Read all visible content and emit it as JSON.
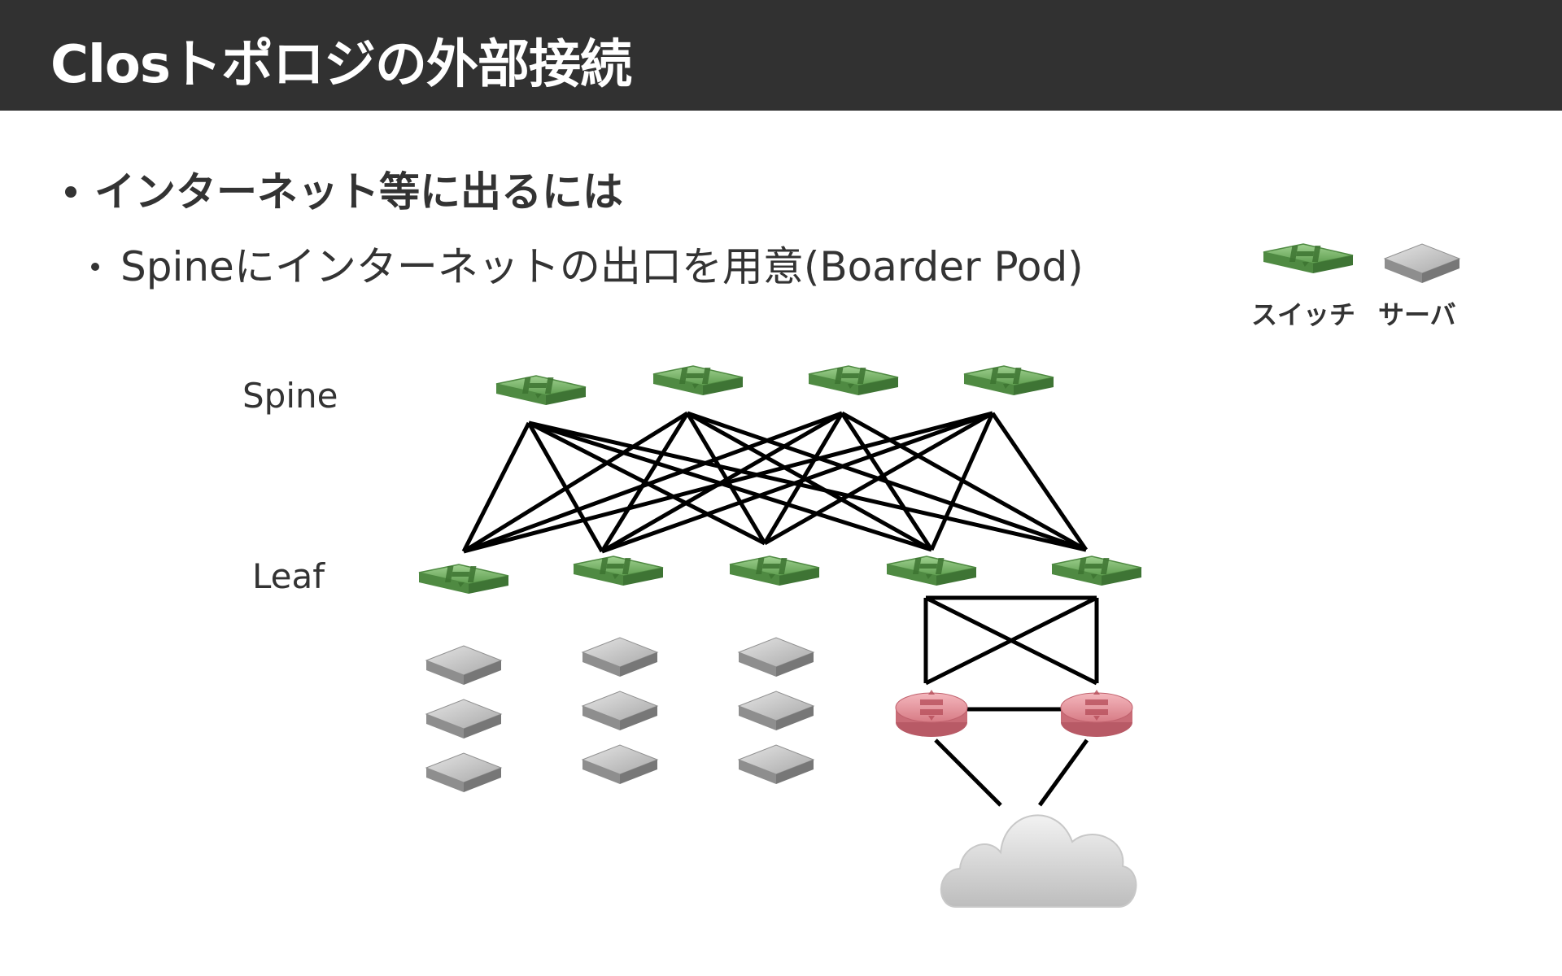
{
  "title": "Closトポロジの外部接続",
  "bullets": {
    "level1": "インターネット等に出るには",
    "level2": "Spineにインターネットの出口を用意(Boarder Pod)"
  },
  "legend": {
    "switch_label": "スイッチ",
    "server_label": "サーバ"
  },
  "tiers": {
    "spine_label": "Spine",
    "leaf_label": "Leaf"
  },
  "colors": {
    "title_bar": "#313131",
    "switch": "#6fae5e",
    "server": "#a8a8a8",
    "router": "#d97a85",
    "cloud": "#d6d6d6",
    "link": "#000000"
  },
  "icons": {
    "switch": "switch-icon",
    "server": "server-icon",
    "router": "router-icon",
    "cloud": "cloud-icon"
  },
  "topology": {
    "spine_count": 4,
    "leaf_count": 5,
    "servers_per_leaf": 3,
    "server_leaf_count": 3,
    "border_router_count": 2,
    "external_network": "internet-cloud"
  }
}
